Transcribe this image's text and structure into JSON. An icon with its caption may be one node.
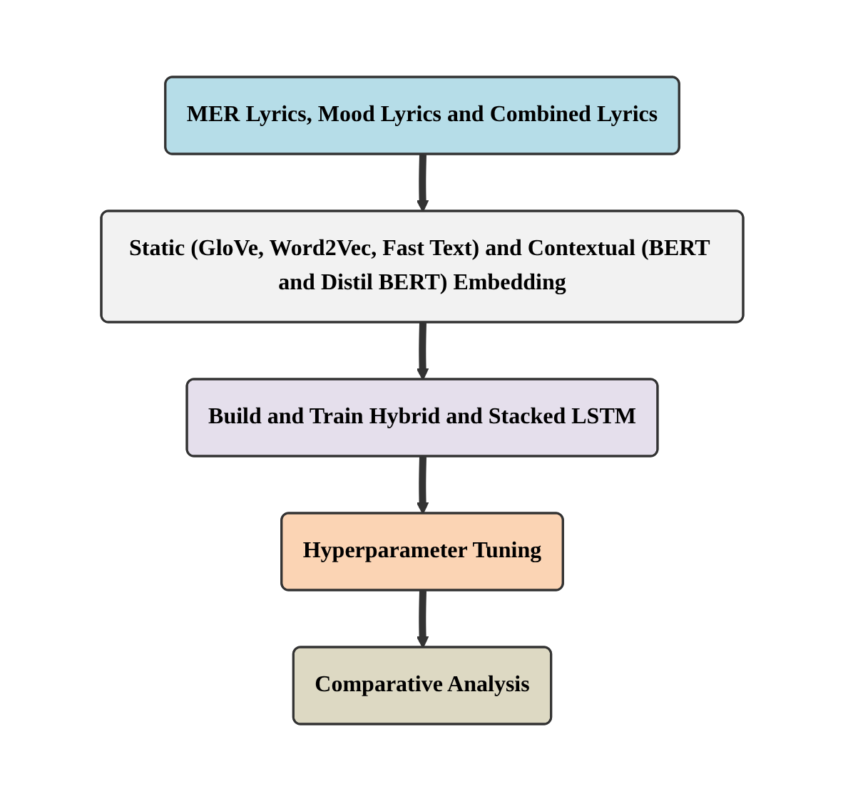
{
  "diagram": {
    "nodes": [
      {
        "text": [
          "MER Lyrics, Mood Lyrics and Combined Lyrics"
        ]
      },
      {
        "text": [
          "Static (GloVe, Word2Vec, Fast Text) and Contextual (BERT and Distil BERT) Embedding"
        ]
      },
      {
        "text": [
          "Build and Train Hybrid and Stacked LSTM"
        ]
      },
      {
        "text": [
          "Hyperparameter Tuning"
        ]
      },
      {
        "text": [
          "Comparative Analysis"
        ]
      }
    ],
    "edges": [
      {
        "from": 0,
        "to": 1,
        "arrow": "to"
      },
      {
        "from": 1,
        "to": 2,
        "arrow": "to"
      },
      {
        "from": 2,
        "to": 3,
        "arrow": "to"
      },
      {
        "from": 3,
        "to": 4,
        "arrow": "to"
      }
    ]
  }
}
